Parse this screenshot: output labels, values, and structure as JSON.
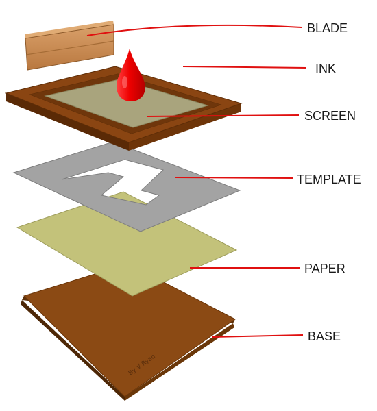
{
  "labels": {
    "blade": "BLADE",
    "ink": "INK",
    "screen": "SCREEN",
    "template": "TEMPLATE",
    "paper": "PAPER",
    "base": "BASE"
  },
  "signature": "By V Ryan",
  "colors": {
    "leader_line": "#e01010",
    "ink_drop": "#ee0000",
    "blade_wood": "#c9894e",
    "frame_wood": "#8a4512",
    "mesh": "#a9a47d",
    "template": "#a3a3a3",
    "paper": "#c3c27a",
    "base": "#8b4a14"
  }
}
